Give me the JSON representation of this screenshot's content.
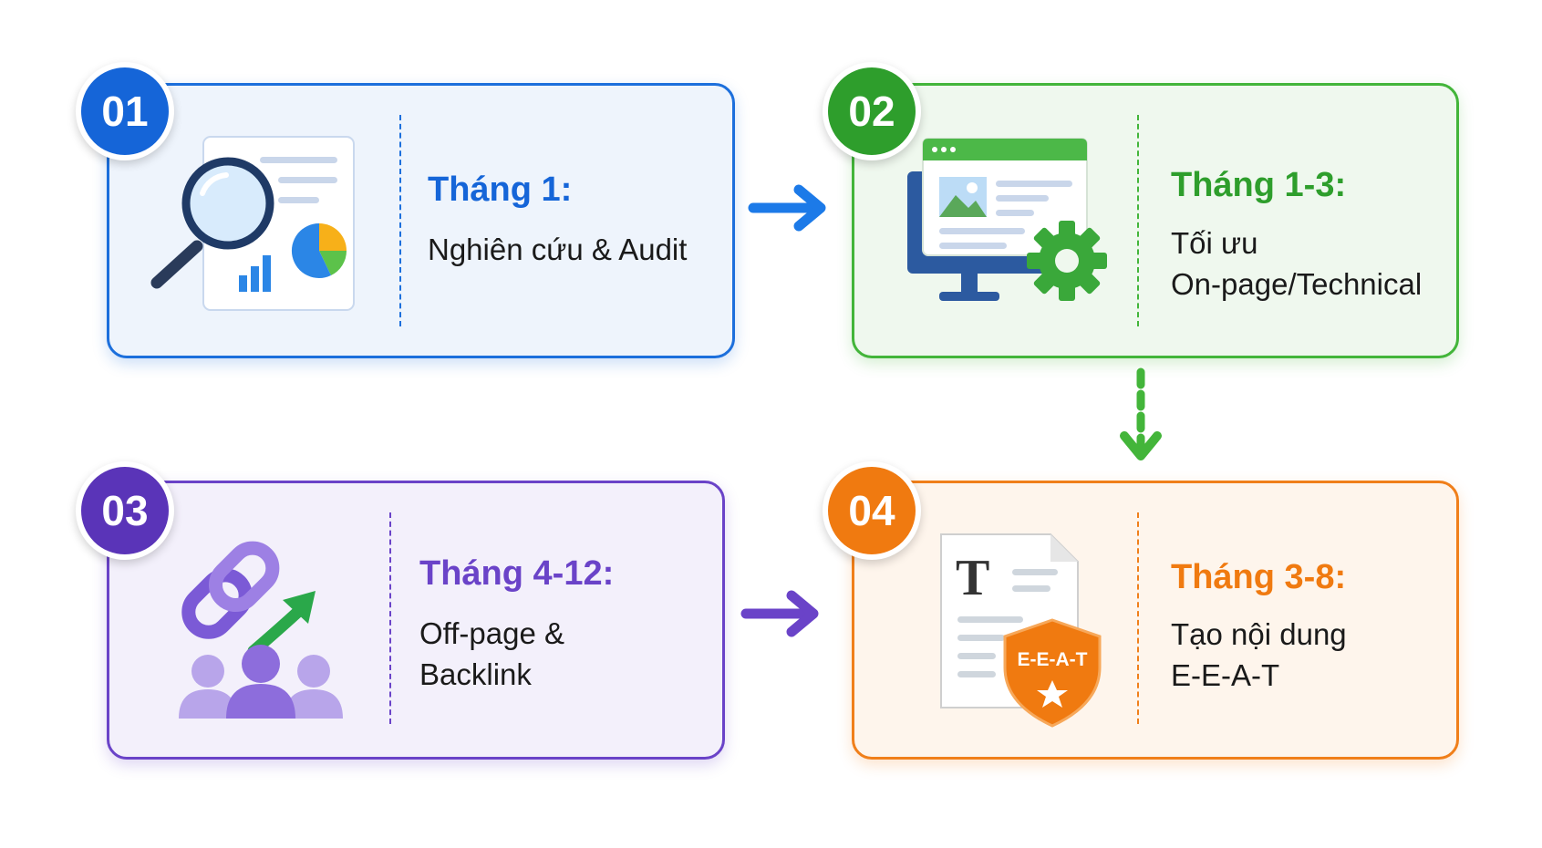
{
  "steps": [
    {
      "number": "01",
      "title": "Tháng 1:",
      "description_lines": [
        "Nghiên cứu & Audit"
      ],
      "color": "#1565d8",
      "icon": "magnifier-analytics-icon"
    },
    {
      "number": "02",
      "title": "Tháng 1-3:",
      "description_lines": [
        "Tối ưu",
        "On-page/Technical"
      ],
      "color": "#2e9e2c",
      "icon": "monitor-gear-icon"
    },
    {
      "number": "03",
      "title": "Tháng 4-12:",
      "description_lines": [
        "Off-page &",
        "Backlink"
      ],
      "color": "#5a34b8",
      "icon": "link-people-growth-icon"
    },
    {
      "number": "04",
      "title": "Tháng 3-8:",
      "description_lines": [
        "Tạo nội dung",
        "E-E-A-T"
      ],
      "color": "#f07a10",
      "icon": "document-shield-icon",
      "shield_label": "E-E-A-T"
    }
  ],
  "connectors": [
    {
      "from": "01",
      "to": "02",
      "color": "#1c7ae8",
      "style": "solid"
    },
    {
      "from": "02",
      "to": "04",
      "color": "#43b53a",
      "style": "dashed"
    },
    {
      "from": "03",
      "to": "04",
      "color": "#6a43c8",
      "style": "solid"
    }
  ]
}
